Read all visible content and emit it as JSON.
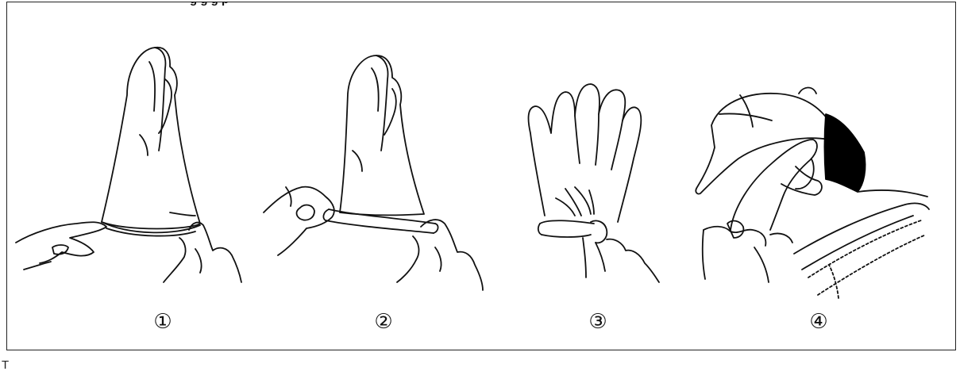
{
  "header": {
    "caption": "g       g g      p"
  },
  "steps": [
    {
      "label": "①",
      "icon": "glove-inflate-icon"
    },
    {
      "label": "②",
      "icon": "glove-roll-cuff-icon"
    },
    {
      "label": "③",
      "icon": "glove-wearing-icon"
    },
    {
      "label": "④",
      "icon": "ear-covered-icon"
    }
  ],
  "footer": {
    "corner_mark": "T"
  },
  "colors": {
    "line": "#111111",
    "background": "#ffffff",
    "hair": "#000000"
  }
}
